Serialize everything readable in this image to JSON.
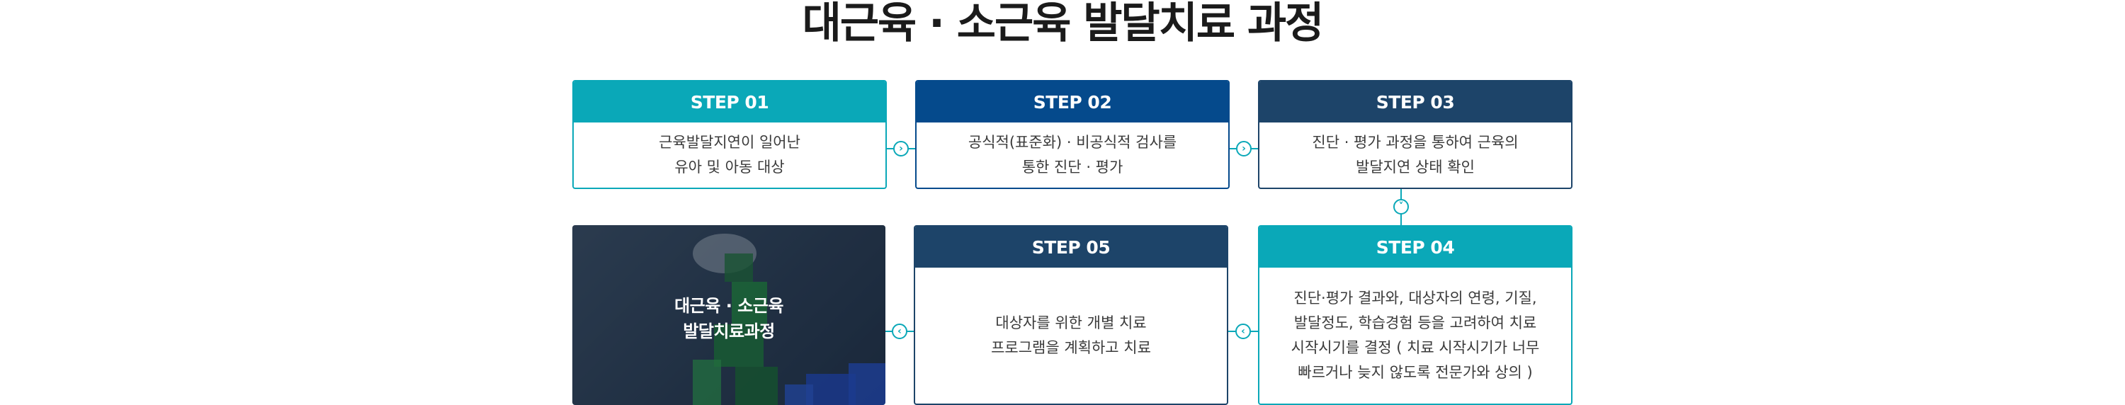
{
  "title": "대근육 · 소근육 발달치료 과정",
  "steps": [
    {
      "label": "STEP 01",
      "lines": [
        "근육발달지연이 일어난",
        "유아 및 아동 대상"
      ]
    },
    {
      "label": "STEP 02",
      "lines": [
        "공식적(표준화) · 비공식적 검사를",
        "통한 진단 · 평가"
      ]
    },
    {
      "label": "STEP 03",
      "lines": [
        "진단 · 평가 과정을 통하여 근육의",
        "발달지연 상태 확인"
      ]
    },
    {
      "label": "STEP 04",
      "lines": [
        "진단·평가 결과와, 대상자의 연령, 기질,",
        "발달정도, 학습경험 등을 고려하여 치료",
        "시작시기를 결정 ( 치료 시작시기가 너무",
        "빠르거나 늦지 않도록 전문가와 상의 )"
      ]
    },
    {
      "label": "STEP 05",
      "lines": [
        "대상자를 위한 개별 치료",
        "프로그램을 계획하고 치료"
      ]
    }
  ],
  "photo_caption": [
    "대근육 · 소근육",
    "발달치료과정"
  ],
  "icons": {
    "right": "arrow-right-icon",
    "left": "arrow-left-icon",
    "down": "arrow-down-icon"
  },
  "colors": {
    "teal": "#0aa8b8",
    "blue": "#054a8c",
    "navy": "#1d4469"
  }
}
